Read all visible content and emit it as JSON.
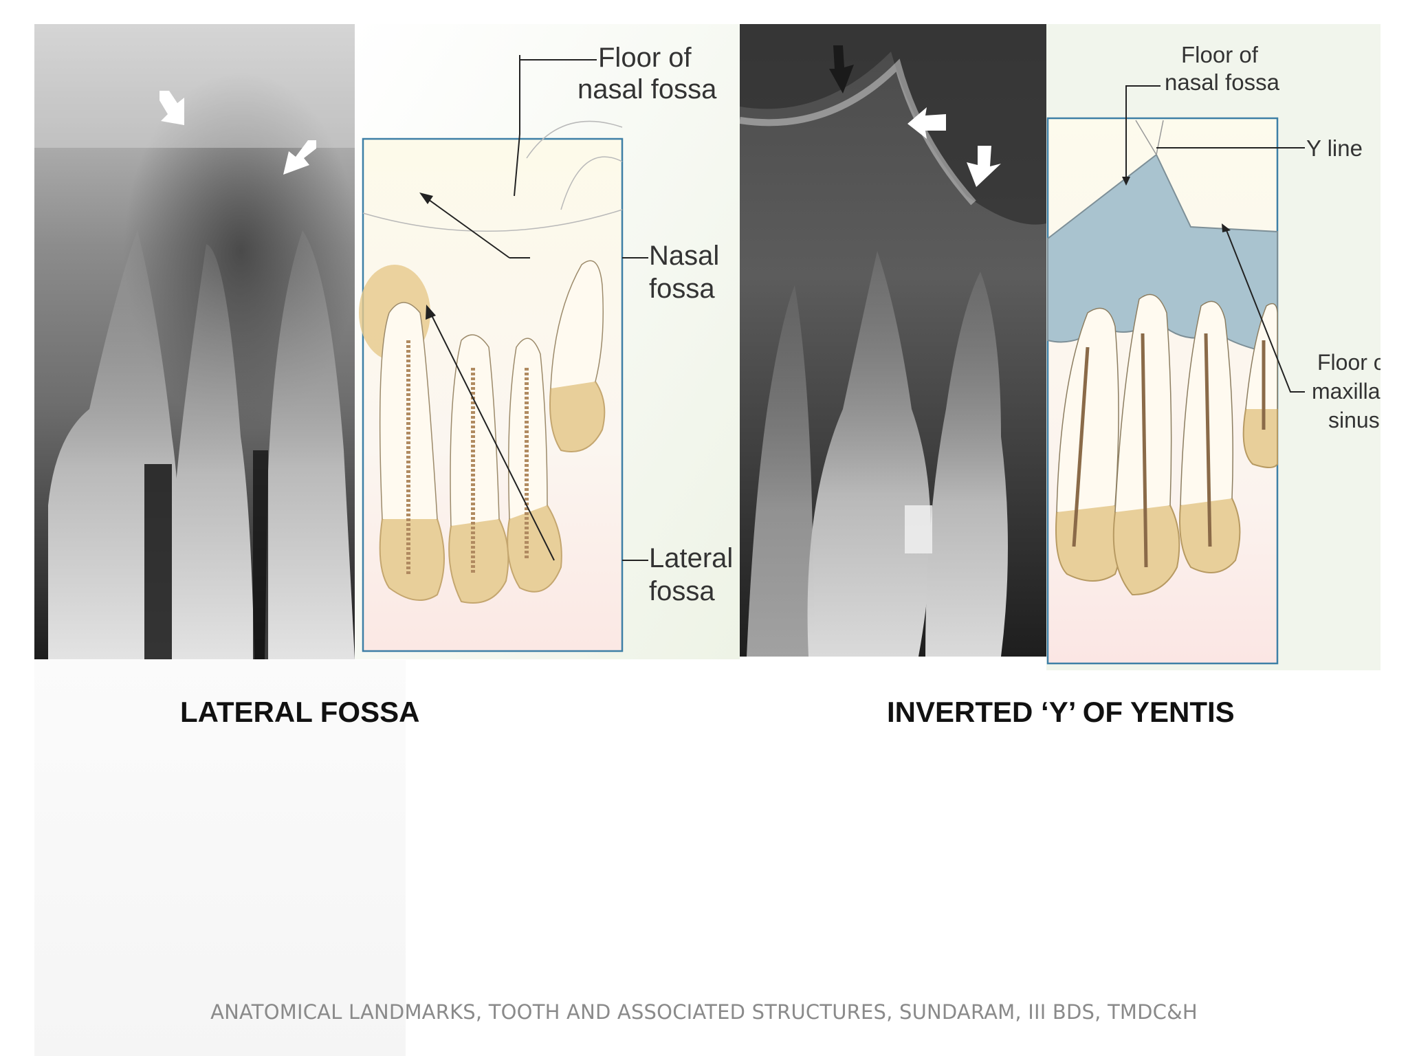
{
  "figures": [
    {
      "caption": "LATERAL FOSSA",
      "diagram_labels": {
        "floor_nasal_fossa": [
          "Floor of",
          "nasal fossa"
        ],
        "nasal_fossa": [
          "Nasal",
          "fossa"
        ],
        "lateral_fossa": [
          "Lateral",
          "fossa"
        ]
      }
    },
    {
      "caption": "INVERTED ‘Y’ OF YENTIS",
      "diagram_labels": {
        "floor_nasal_fossa": [
          "Floor of",
          "nasal fossa"
        ],
        "y_line": "Y line",
        "floor_maxillary_sinus": [
          "Floor of",
          "maxillary",
          "sinus"
        ]
      }
    }
  ],
  "footer": "ANATOMICAL LANDMARKS, TOOTH AND ASSOCIATED STRUCTURES, SUNDARAM, III BDS, TMDC&H",
  "colors": {
    "caption": "#111111",
    "footer": "#8a8a8a",
    "diagram_frame": "#3d7fa6",
    "tooth_crown": "#e8cf9a",
    "sinus_fill": "#a9c3cf"
  },
  "icons": [
    "white-arrow-icon",
    "black-arrow-icon"
  ]
}
